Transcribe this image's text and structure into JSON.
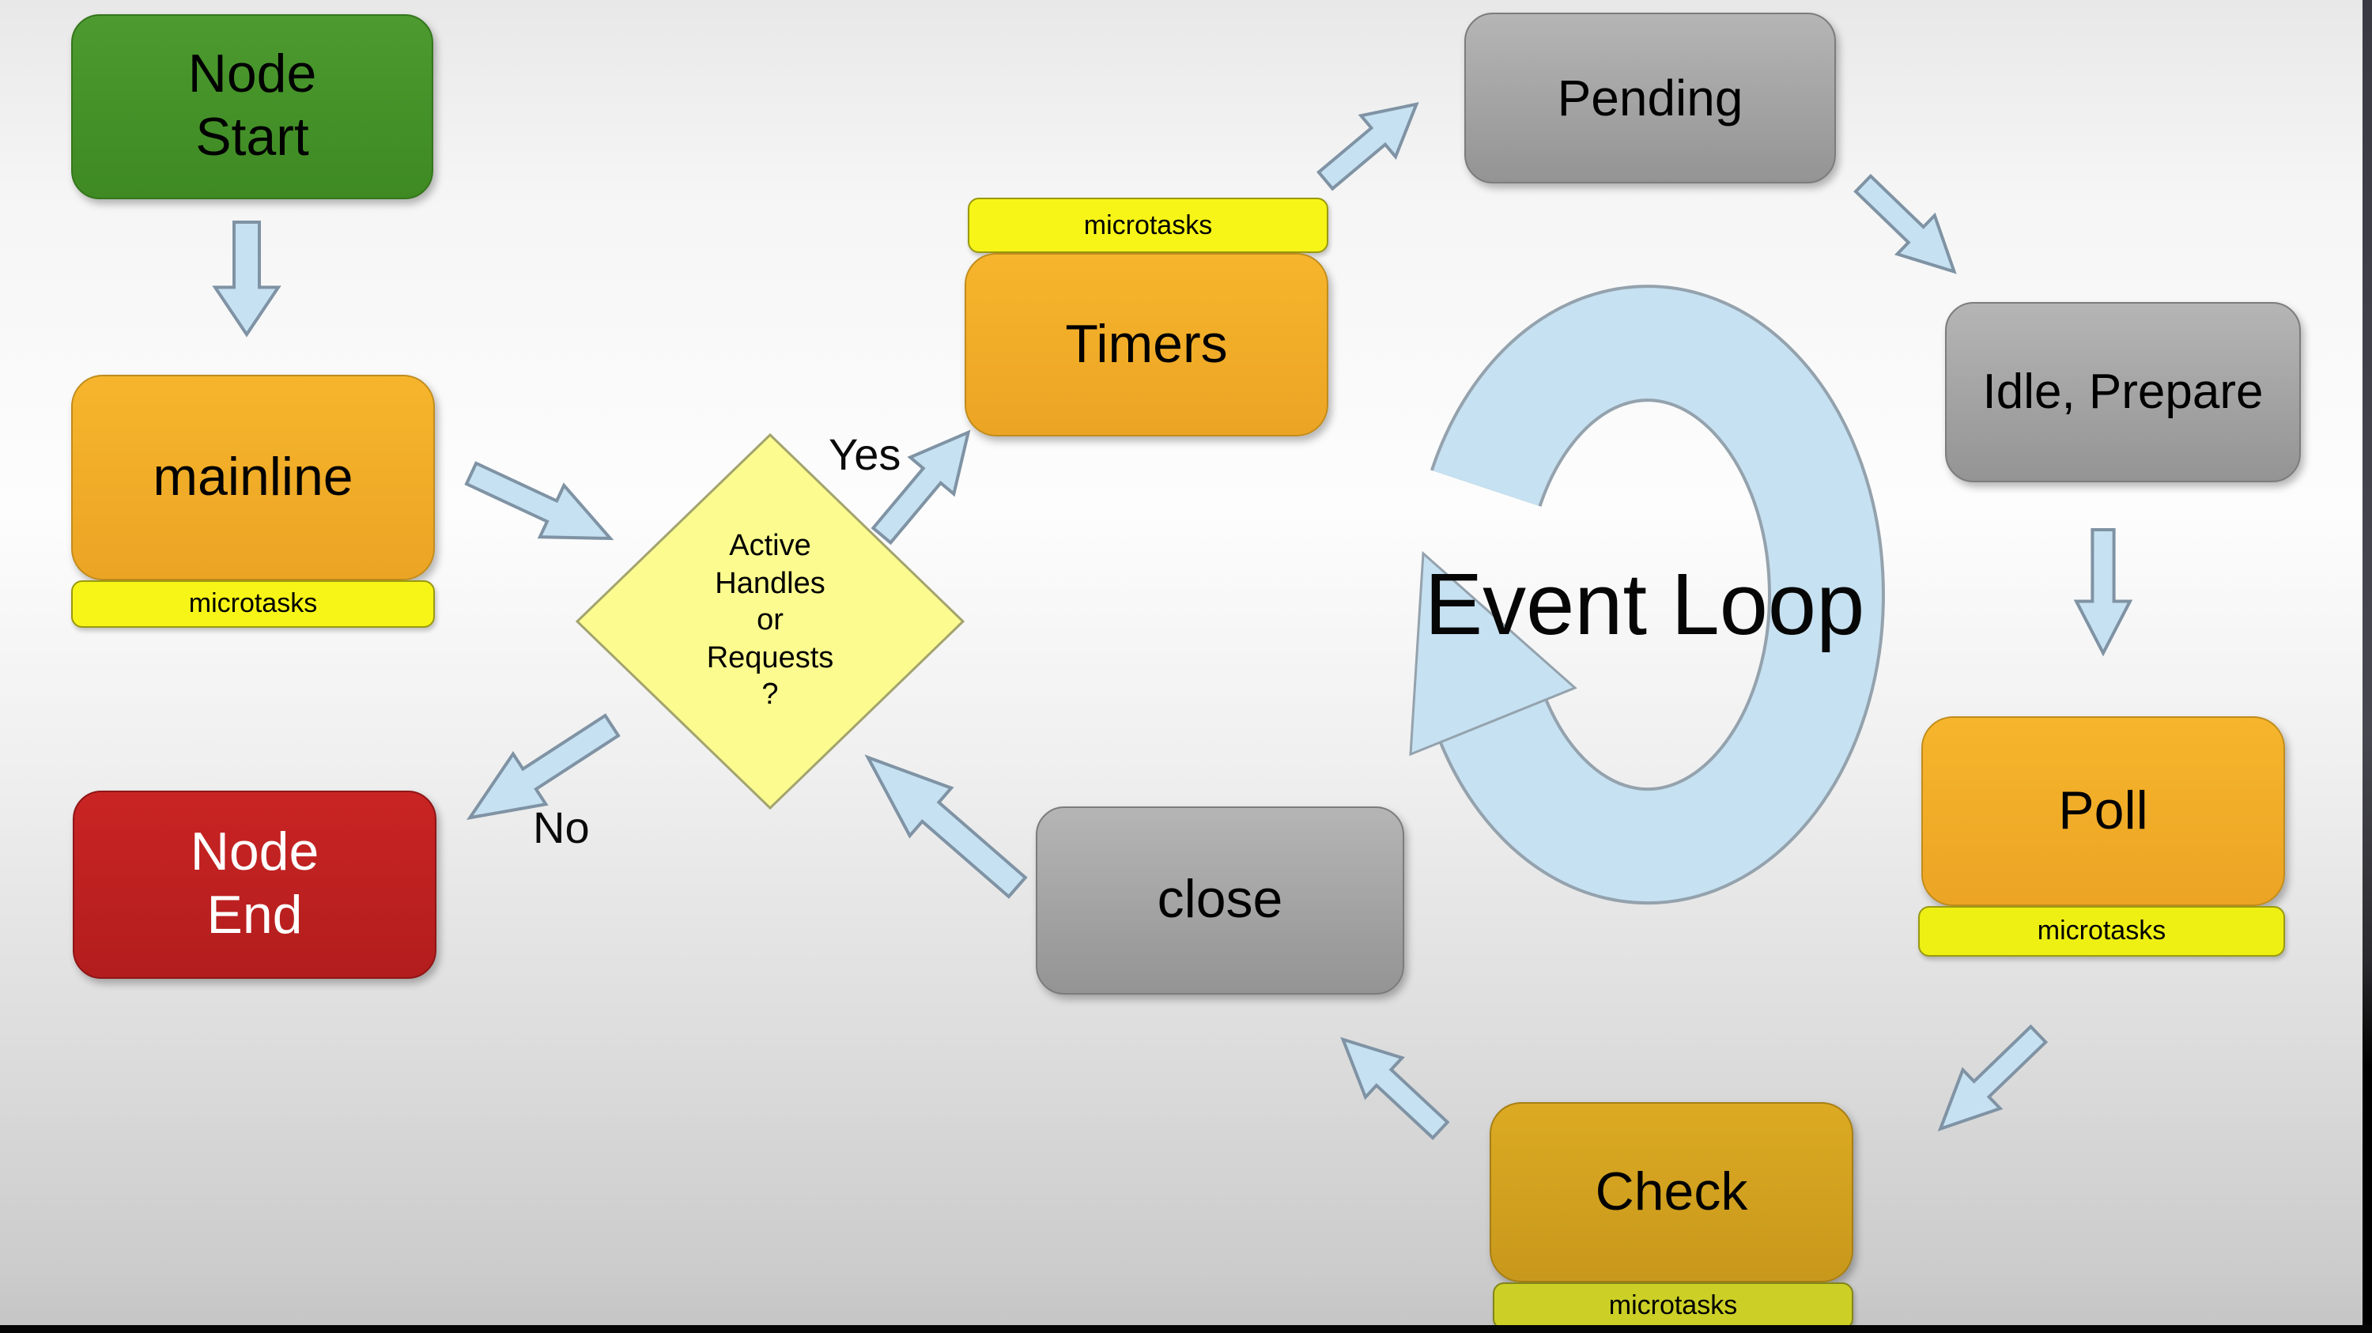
{
  "nodes": {
    "node_start": {
      "label": "Node\nStart"
    },
    "mainline": {
      "label": "mainline",
      "microtasks": "microtasks"
    },
    "decision": {
      "label": "Active\nHandles\nor\nRequests\n?"
    },
    "timers": {
      "label": "Timers",
      "microtasks": "microtasks"
    },
    "pending": {
      "label": "Pending"
    },
    "idle_prepare": {
      "label": "Idle, Prepare"
    },
    "poll": {
      "label": "Poll",
      "microtasks": "microtasks"
    },
    "check": {
      "label": "Check",
      "microtasks": "microtasks"
    },
    "close": {
      "label": "close"
    },
    "node_end": {
      "label": "Node\nEnd"
    },
    "event_loop": {
      "label": "Event Loop"
    }
  },
  "edge_labels": {
    "yes": "Yes",
    "no": "No"
  },
  "colors": {
    "node_start_green": "#459328",
    "phase_orange": "#f2ad25",
    "check_gold": "#d8a51f",
    "microtasks_yellow": "#f7f518",
    "microtasks_olive": "#ccd026",
    "decision_pale_yellow": "#fbfb8f",
    "state_gray": "#a6a6a6",
    "node_end_red": "#c22121",
    "arrow_blue": "#c6e1f1",
    "text_black": "#000000",
    "text_white": "#ffffff"
  }
}
